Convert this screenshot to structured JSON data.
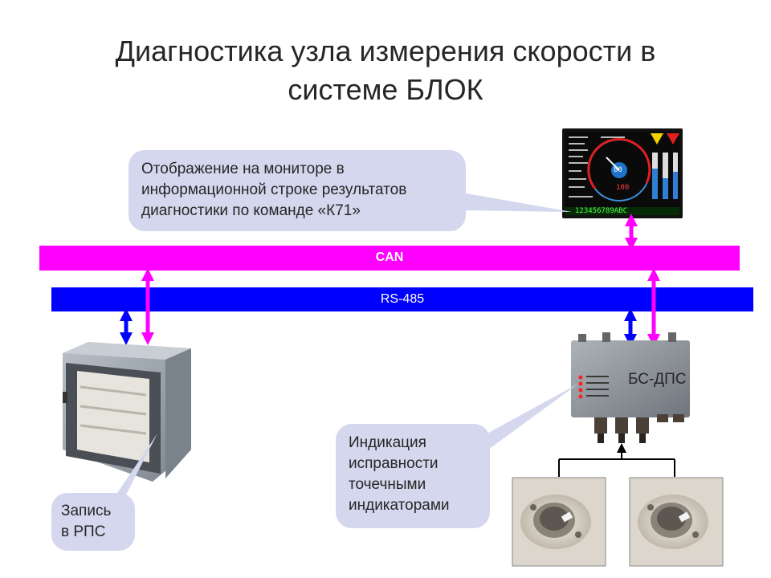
{
  "title": {
    "line1": "Диагностика узла измерения скорости в",
    "line2": "системе БЛОК"
  },
  "callouts": {
    "monitor": {
      "line1": "Отображение на мониторе в",
      "line2": "информационной строке результатов",
      "line3": "диагностики по команде «К71»"
    },
    "indication": {
      "line1": "Индикация",
      "line2": "исправности",
      "line3": "точечными",
      "line4": "индикаторами"
    },
    "record": {
      "line1": "Запись",
      "line2": "в РПС"
    }
  },
  "buses": {
    "can": {
      "label": "CAN",
      "color": "#ff00ff"
    },
    "rs485": {
      "label": "RS-485",
      "color": "#0000ff"
    }
  },
  "devices": {
    "bs_dps": {
      "label": "БС-ДПС"
    },
    "monitor": {
      "info_line": "123456789ABC",
      "speed": "80",
      "max_speed": "100"
    }
  },
  "colors": {
    "callout_bg": "#d4d7ed",
    "arrow_magenta": "#ff00ff",
    "arrow_blue": "#0000ff"
  }
}
